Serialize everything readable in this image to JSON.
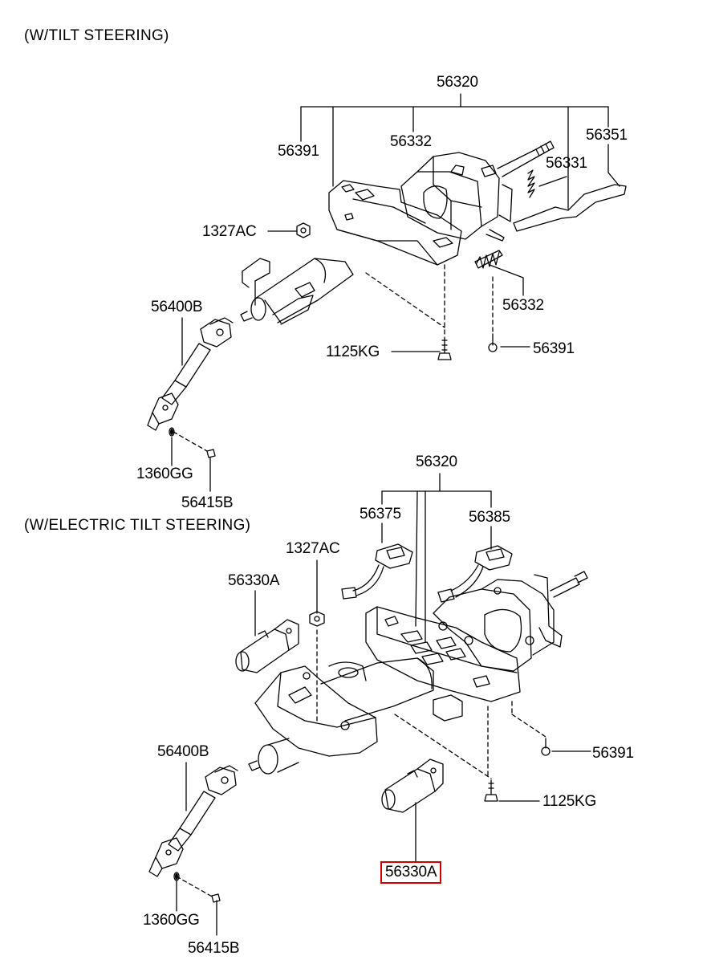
{
  "sections": {
    "tilt": {
      "title": "(W/TILT STEERING)",
      "labels": {
        "assy": "56320",
        "bolt_l": "56391",
        "spring_top": "56332",
        "lever": "56351",
        "spring_small": "56331",
        "nut": "1327AC",
        "spring_bottom": "56332",
        "screw": "56391",
        "bolt": "1125KG",
        "joint": "56400B",
        "washer": "1360GG",
        "joint_bolt": "56415B"
      }
    },
    "electric": {
      "title": "(W/ELECTRIC TILT STEERING)",
      "labels": {
        "assy": "56320",
        "sensor_l": "56375",
        "sensor_r": "56385",
        "nut": "1327AC",
        "motor_top": "56330A",
        "screw": "56391",
        "bolt": "1125KG",
        "motor_bottom": "56330A",
        "joint": "56400B",
        "washer": "1360GG",
        "joint_bolt": "56415B"
      }
    }
  },
  "highlight": {
    "part": "56330A",
    "color": "#d40000"
  }
}
